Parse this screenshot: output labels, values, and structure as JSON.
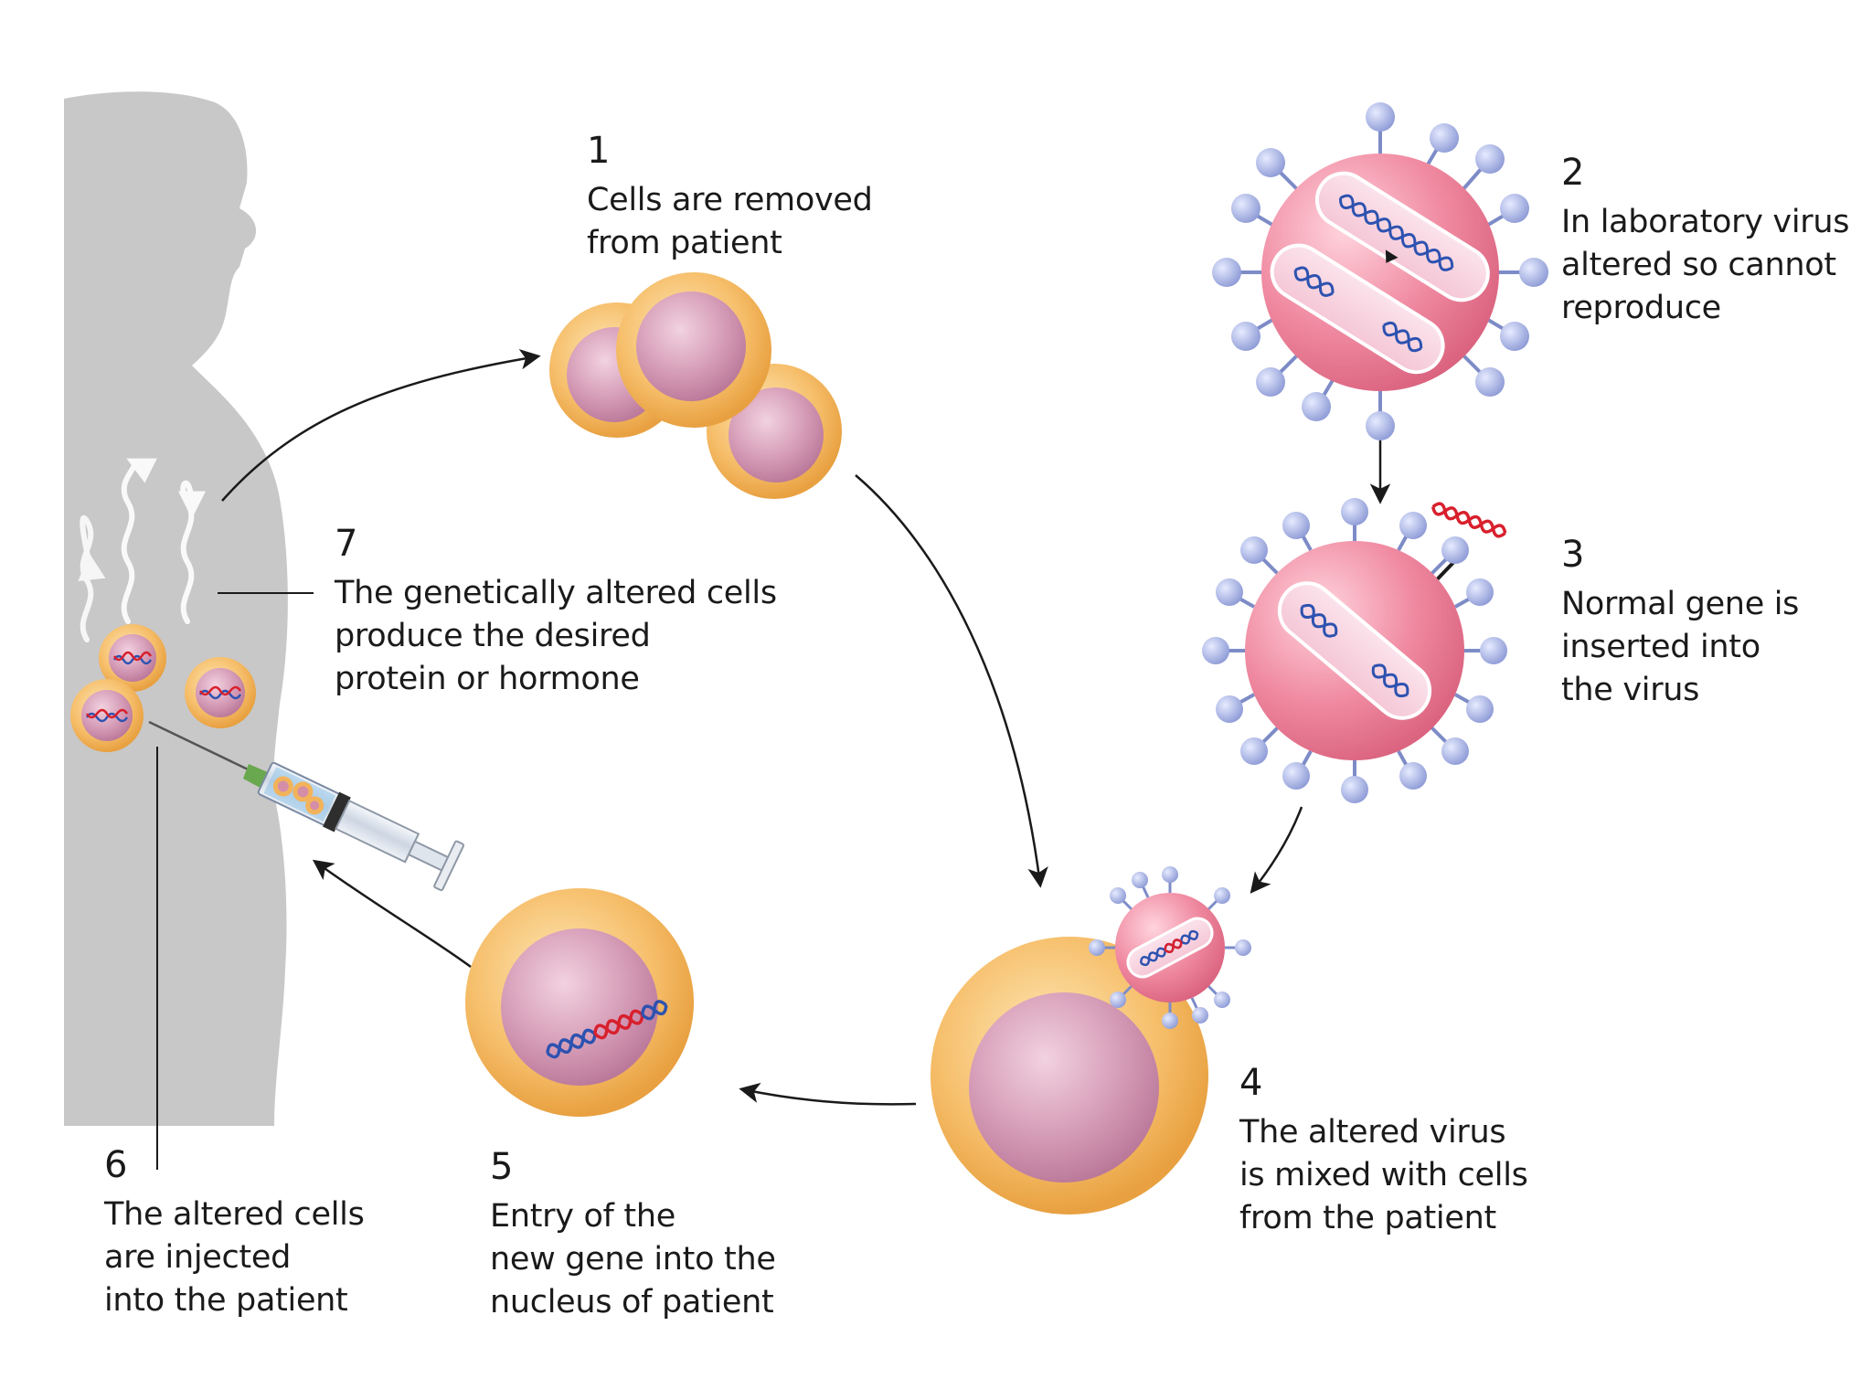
{
  "steps": [
    {
      "number": "1",
      "lines": [
        "Cells are removed",
        "from patient"
      ]
    },
    {
      "number": "2",
      "lines": [
        "In laboratory virus",
        "altered so cannot",
        "reproduce"
      ]
    },
    {
      "number": "3",
      "lines": [
        "Normal gene is",
        "inserted into",
        "the virus"
      ]
    },
    {
      "number": "4",
      "lines": [
        "The altered virus",
        "is mixed with cells",
        "from the patient"
      ]
    },
    {
      "number": "5",
      "lines": [
        "Entry of the",
        "new gene into the",
        "nucleus of patient"
      ]
    },
    {
      "number": "6",
      "lines": [
        "The altered cells",
        "are injected",
        "into the patient"
      ]
    },
    {
      "number": "7",
      "lines": [
        "The genetically altered cells",
        "produce the desired",
        "protein or hormone"
      ]
    }
  ],
  "colors": {
    "body_silhouette": "#c8c8c8",
    "cell_membrane": "#f4b860",
    "cell_nucleus": "#c98aa6",
    "virus_capsid": "#e87c95",
    "virus_spike": "#9fa9dc",
    "dna_blue": "#2d52b0",
    "dna_red": "#d8202c",
    "arrow": "#1a1a1a"
  }
}
